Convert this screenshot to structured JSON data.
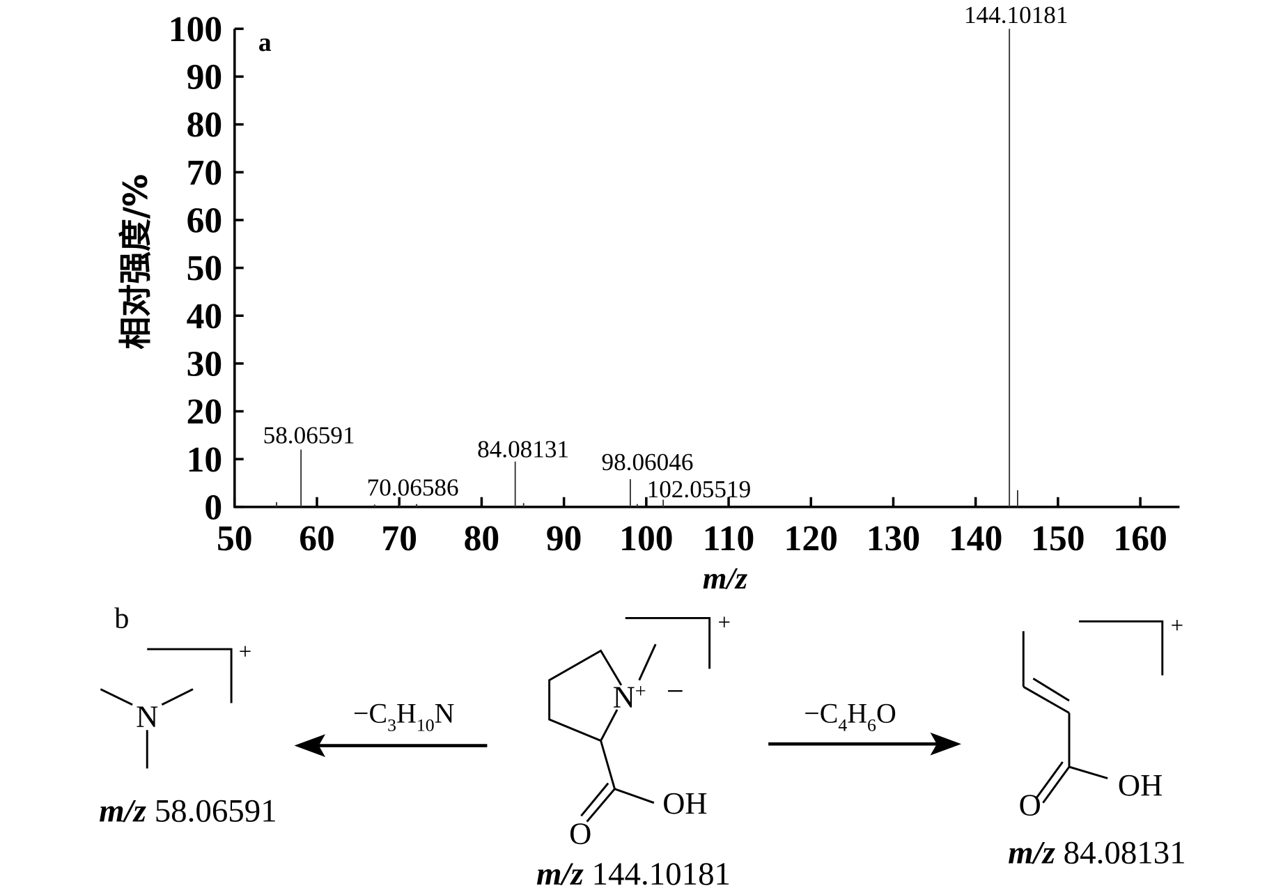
{
  "chart_data": {
    "type": "bar",
    "panel_label": "a",
    "xlabel": "m/z",
    "ylabel": "相对强度/%",
    "xlim": [
      50,
      165
    ],
    "ylim": [
      0,
      100
    ],
    "x_ticks": [
      "50",
      "60",
      "70",
      "80",
      "90",
      "100",
      "110",
      "120",
      "130",
      "140",
      "150",
      "160"
    ],
    "y_ticks": [
      "0",
      "10",
      "20",
      "30",
      "40",
      "50",
      "60",
      "70",
      "80",
      "90",
      "100"
    ],
    "peaks": [
      {
        "mz": 55.1,
        "intensity": 1.0,
        "label": ""
      },
      {
        "mz": 58.06591,
        "intensity": 12.0,
        "label": "58.06591"
      },
      {
        "mz": 67.0,
        "intensity": 0.5,
        "label": ""
      },
      {
        "mz": 70.06586,
        "intensity": 0.5,
        "label": "70.06586"
      },
      {
        "mz": 72.1,
        "intensity": 0.6,
        "label": ""
      },
      {
        "mz": 84.08131,
        "intensity": 9.5,
        "label": "84.08131"
      },
      {
        "mz": 85.1,
        "intensity": 0.8,
        "label": ""
      },
      {
        "mz": 98.06046,
        "intensity": 5.8,
        "label": "98.06046"
      },
      {
        "mz": 98.9,
        "intensity": 0.6,
        "label": ""
      },
      {
        "mz": 102.05519,
        "intensity": 1.5,
        "label": "102.05519"
      },
      {
        "mz": 144.10181,
        "intensity": 100,
        "label": "144.10181"
      },
      {
        "mz": 145.1,
        "intensity": 3.5,
        "label": ""
      }
    ]
  },
  "scheme": {
    "panel_label": "b",
    "left": {
      "atom": "N",
      "charge": "+",
      "mz_prefix": "m/z",
      "mz": "58.06591"
    },
    "center": {
      "atom": "N",
      "atom_charge": "+",
      "methyl_dash": "−",
      "charge": "+",
      "oh": "OH",
      "o": "O",
      "mz_prefix": "m/z",
      "mz": "144.10181"
    },
    "right": {
      "charge": "+",
      "oh": "OH",
      "o": "O",
      "mz_prefix": "m/z",
      "mz": "84.08131"
    },
    "loss_left": {
      "prefix": "−C",
      "s1": "3",
      "h": "H",
      "s2": "10",
      "suffix": "N"
    },
    "loss_right": {
      "prefix": "−C",
      "s1": "4",
      "h": "H",
      "s2": "6",
      "suffix": "O"
    }
  }
}
